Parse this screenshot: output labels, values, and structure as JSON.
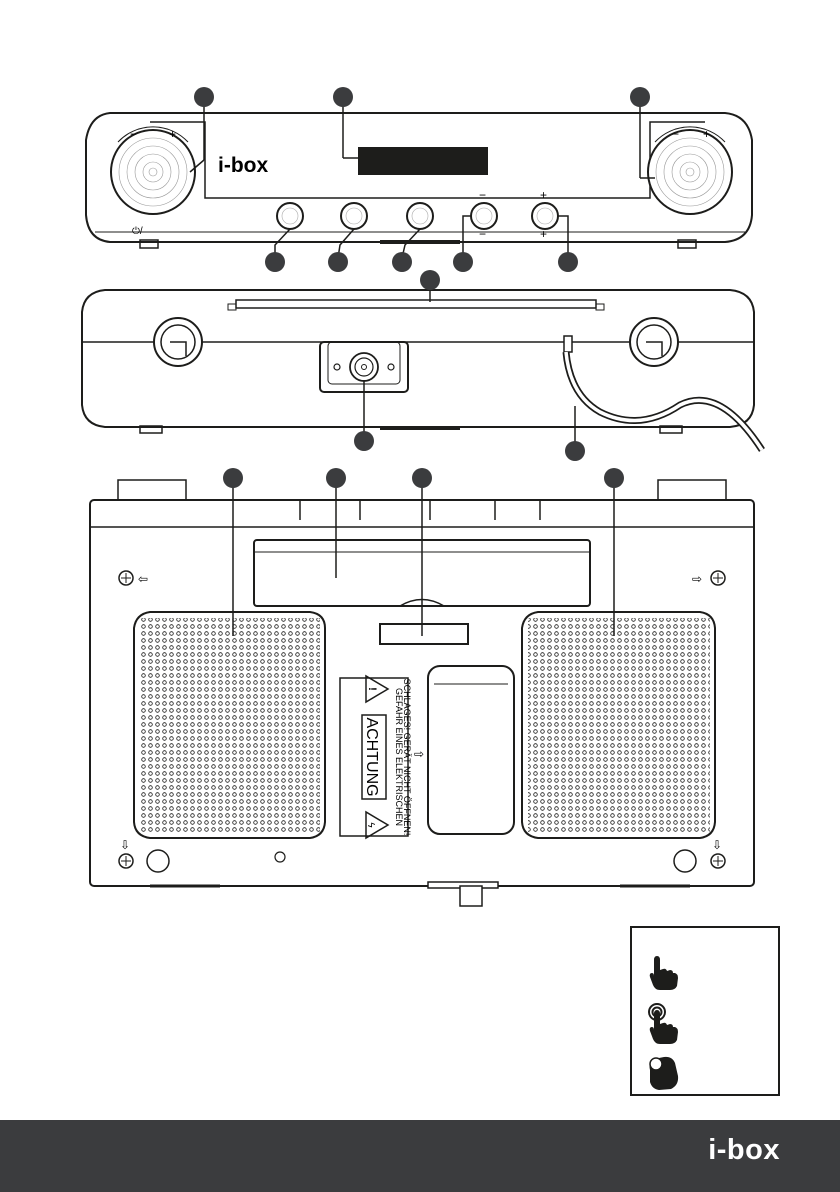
{
  "device": {
    "brand_logo": "i-box",
    "front_panel": {
      "speaker_left_minus": "−",
      "speaker_left_plus": "+",
      "speaker_right_minus": "−",
      "speaker_right_plus": "+",
      "power_symbol": "⏻/",
      "button4_top": "−",
      "button4_bottom": "−",
      "button5_top": "+",
      "button5_bottom": "+"
    },
    "warning_label": {
      "title": "ACHTUNG",
      "line1": "GEFAHR EINES ELEKTRISCHEN",
      "line2": "SCHLAGES! GERÄT NICHT ÖFFNEN!"
    }
  },
  "legend": {
    "icons": [
      "press-hand-icon",
      "touch-hand-icon",
      "turn-knob-icon"
    ]
  },
  "footer": {
    "logo": "i-box",
    "background": "#3b3c3e"
  }
}
